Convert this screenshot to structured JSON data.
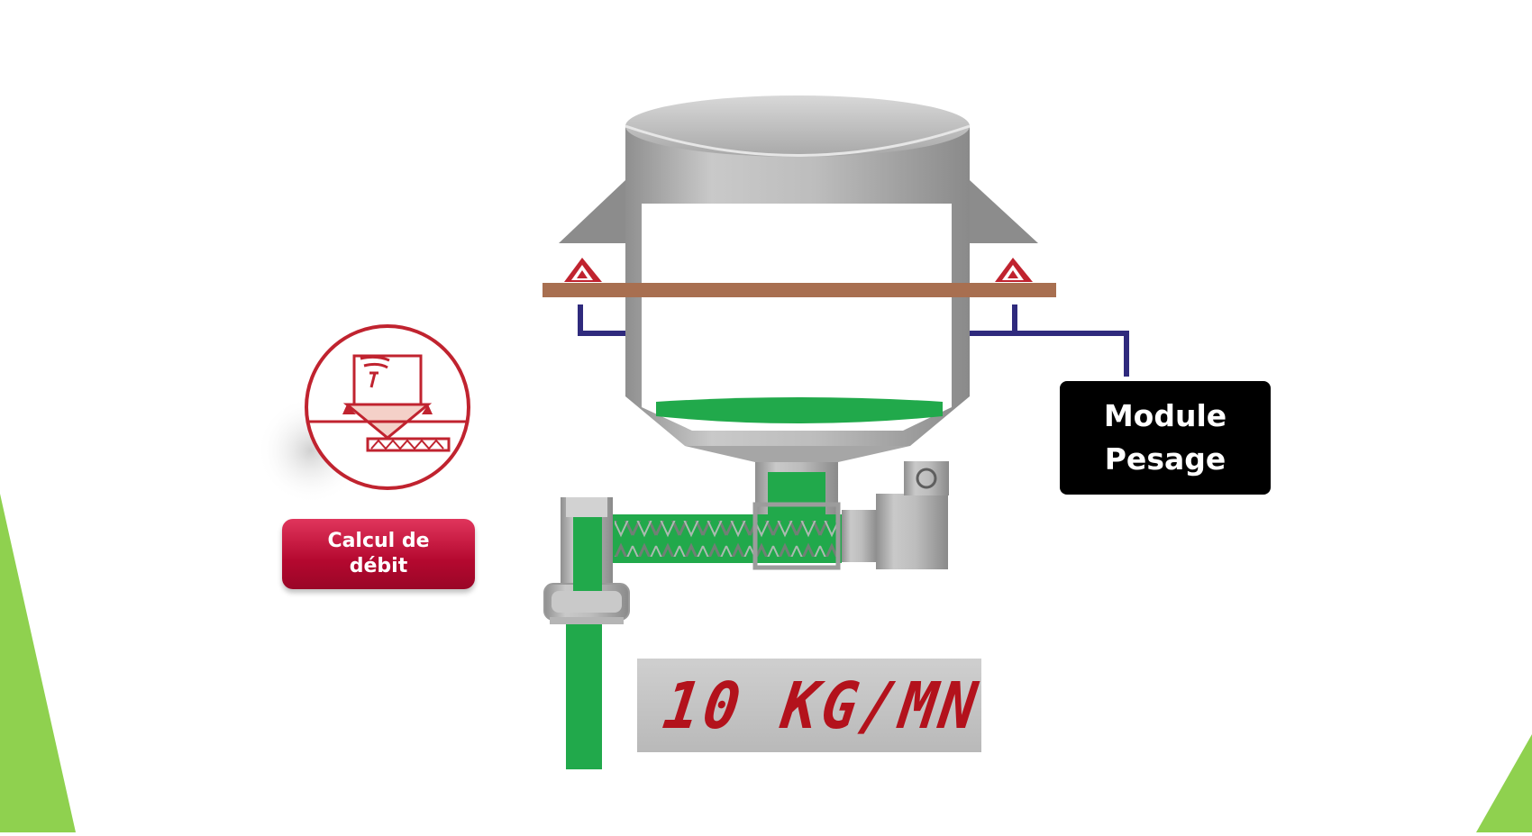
{
  "module": {
    "line1": "Module",
    "line2": "Pesage"
  },
  "calc_button": {
    "line1": "Calcul de",
    "line2": "débit"
  },
  "flow_display": {
    "value": "10 KG/MN"
  },
  "colors": {
    "accent_green": "#21a94b",
    "slide_green": "#8fd14f",
    "beam_brown": "#a86f50",
    "wire_blue": "#2f2a7d",
    "logo_red": "#c0232f",
    "display_red": "#b3121c",
    "button_red": "#b4082f"
  },
  "icons": [
    "hopper-icon",
    "load-cell-icon",
    "scale-logo-icon",
    "motor-icon"
  ]
}
